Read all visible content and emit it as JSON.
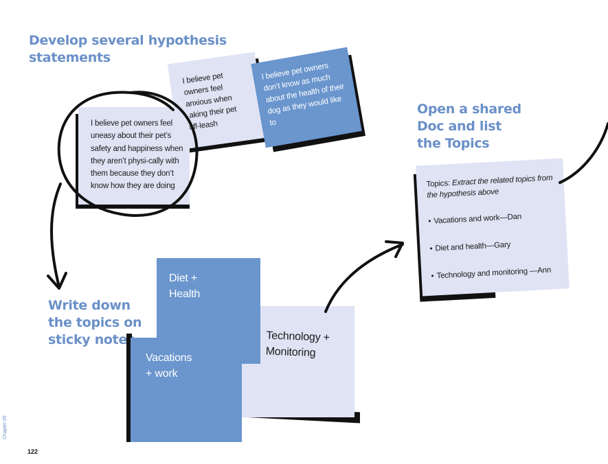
{
  "headings": {
    "develop": [
      "Develop several hypothesis",
      "statements"
    ],
    "write": [
      "Write down",
      "the topics on",
      "sticky notes"
    ],
    "open": [
      "Open a shared",
      "Doc and list",
      "the Topics"
    ]
  },
  "hypotheses": {
    "main": "I believe pet owners feel uneasy about their pet’s safety and happiness when they aren’t physi-cally with them because they don’t know how they are doing",
    "anxious": "I believe pet owners feel anxious when taking their pet off-leash",
    "health": "I believe pet owners don’t know as much about the health of their dog as they would like to"
  },
  "stickies": {
    "diet": "Diet + Health",
    "vacations": "Vacations + work",
    "tech": "Technology + Monitoring"
  },
  "topics_doc": {
    "label": "Topics:",
    "instruction": "Extract the related topics from the hypothesis above",
    "items": [
      "Vacations and work—Dan",
      "Diet and health—Gary",
      "Technology and monitoring —Ann"
    ]
  },
  "footer": {
    "page_number": "122",
    "chapter": "Chapter 05"
  },
  "colors": {
    "accent": "#6a90c8",
    "note_light": "#dfe3f4",
    "note_blue": "#6a95cd",
    "ink": "#111111"
  }
}
